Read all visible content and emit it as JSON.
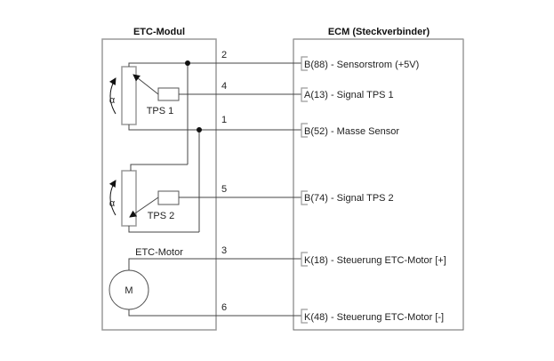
{
  "diagram": {
    "etc_module": {
      "title": "ETC-Modul",
      "tps1_label": "TPS 1",
      "tps2_label": "TPS 2",
      "angle_symbol": "α",
      "motor_title": "ETC-Motor",
      "motor_symbol": "M"
    },
    "ecm": {
      "title": "ECM (Steckverbinder)"
    },
    "wires": [
      {
        "pin": "2",
        "terminal": "B(88) - Sensorstrom (+5V)"
      },
      {
        "pin": "4",
        "terminal": "A(13) - Signal TPS 1"
      },
      {
        "pin": "1",
        "terminal": "B(52) - Masse Sensor"
      },
      {
        "pin": "5",
        "terminal": "B(74) - Signal TPS 2"
      },
      {
        "pin": "3",
        "terminal": "K(18) - Steuerung ETC-Motor [+]"
      },
      {
        "pin": "6",
        "terminal": "K(48) - Steuerung ETC-Motor [-]"
      }
    ]
  }
}
